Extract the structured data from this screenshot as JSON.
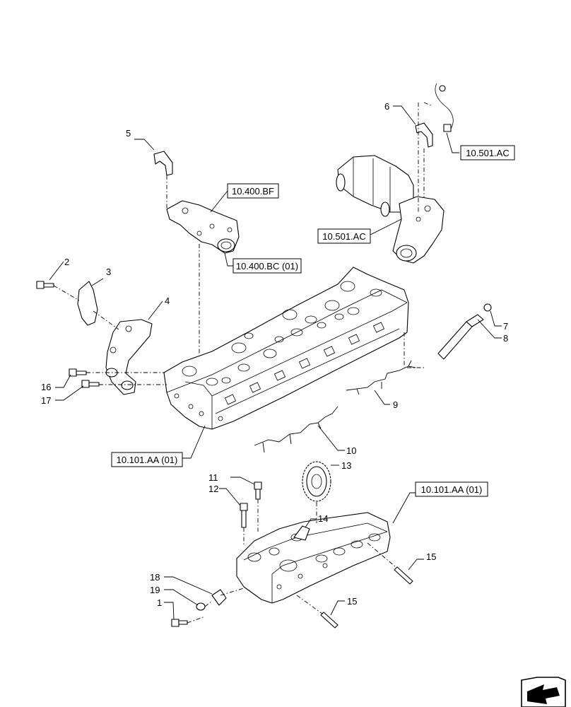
{
  "callouts": [
    "1",
    "2",
    "3",
    "4",
    "5",
    "6",
    "7",
    "8",
    "9",
    "10",
    "11",
    "12",
    "13",
    "14",
    "15",
    "15",
    "16",
    "17",
    "18",
    "19"
  ],
  "references": [
    "10.400.BF",
    "10.400.BC (01)",
    "10.501.AC",
    "10.501.AC",
    "10.101.AA (01)",
    "10.101.AA (01)"
  ],
  "nav_icon": "arrow-icon"
}
